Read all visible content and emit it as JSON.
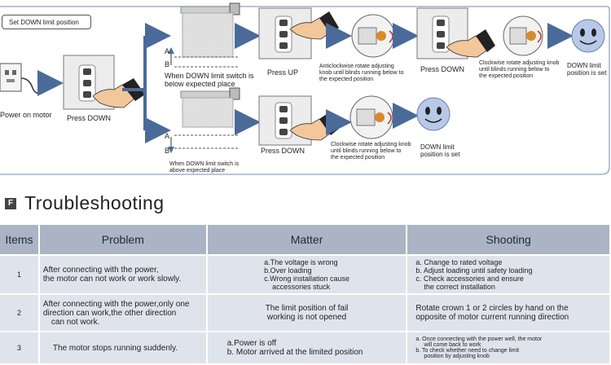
{
  "diagram": {
    "set_down_label": "Set DOWN limit position",
    "power_on_motor": "Power on motor",
    "press_down_1": "Press DOWN",
    "below_caption": [
      "When DOWN limit switch is",
      "below expected place"
    ],
    "above_caption": [
      "When DOWN limit switch is",
      "above expected place"
    ],
    "press_up": "Press UP",
    "press_down_2": "Press DOWN",
    "press_down_3": "Press DOWN",
    "anticlockwise_caption": [
      "Anticlockwise rotate adjusting",
      "knob until blinds running below to",
      "the expected position"
    ],
    "clockwise_caption_top": [
      "Clockwise  rotate adjusting knob",
      "until blinds  running below to",
      "the expected position"
    ],
    "clockwise_caption_bottom": [
      "Clockwise  rotate adjusting knob",
      "until blinds running below to",
      "the expected position"
    ],
    "down_limit_set_top": [
      "DOWN limit",
      "position is set"
    ],
    "down_limit_set_bottom": [
      "DOWN limit",
      "position is set"
    ],
    "marker_a": "A",
    "marker_b": "B"
  },
  "section": {
    "badge": "F",
    "title": "Troubleshooting"
  },
  "table": {
    "headers": [
      "Items",
      "Problem",
      "Matter",
      "Shooting"
    ],
    "rows": [
      {
        "item": "1",
        "problem": [
          "After connecting with the power,",
          "the motor can not work or work slowly."
        ],
        "matter": [
          "a.The voltage is wrong",
          "b.Over loading",
          "c.Wrong installation cause",
          "accessories stuck"
        ],
        "shooting": [
          "a. Change to rated voltage",
          "b. Adjust loading until safety loading",
          "c. Check accessories and ensure",
          "the correct installation"
        ]
      },
      {
        "item": "2",
        "problem": [
          "After connecting with the power,only one",
          "direction can work,the other direction",
          "can not work."
        ],
        "matter": [
          "The limit position of fail",
          "working is not opened"
        ],
        "shooting": [
          "Rotate crown 1 or 2 circles by hand on the",
          "opposite of motor current running direction"
        ]
      },
      {
        "item": "3",
        "problem": [
          "The motor stops running suddenly."
        ],
        "matter": [
          "a.Power is off",
          "b. Motor arrived at the limited position"
        ],
        "shooting": [
          "a. Once connecting with the power well, the motor",
          "will come back to work",
          "b. To check whether need to change limit",
          "position by adjusting knob"
        ]
      }
    ]
  },
  "colors": {
    "header_bg": "#aab4c4",
    "row_bg": "#dfe4ec",
    "arrow": "#4a6b9a",
    "border": "#8fa3c0"
  }
}
